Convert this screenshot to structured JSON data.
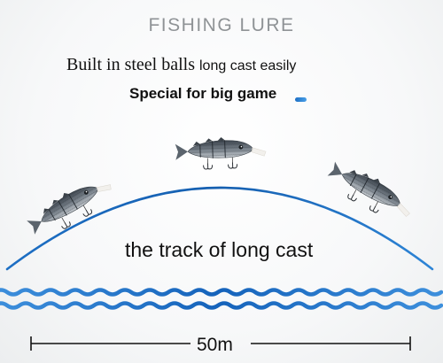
{
  "title": "FISHING LURE",
  "feature_serif": "Built in steel balls",
  "feature_sans": "long cast easily",
  "feature_bold": "Special for big game",
  "track_label": "the track of long cast",
  "distance_label": "50m",
  "colors": {
    "arc": "#1a67b8",
    "wave_light": "#3d8fdc",
    "wave_dark": "#0f4fa6",
    "title": "#8f9396",
    "lure_body": "#4f5862"
  },
  "icons": [
    "lure-icon",
    "treble-hook-icon",
    "wave-icon",
    "dimension-arrow-icon"
  ]
}
